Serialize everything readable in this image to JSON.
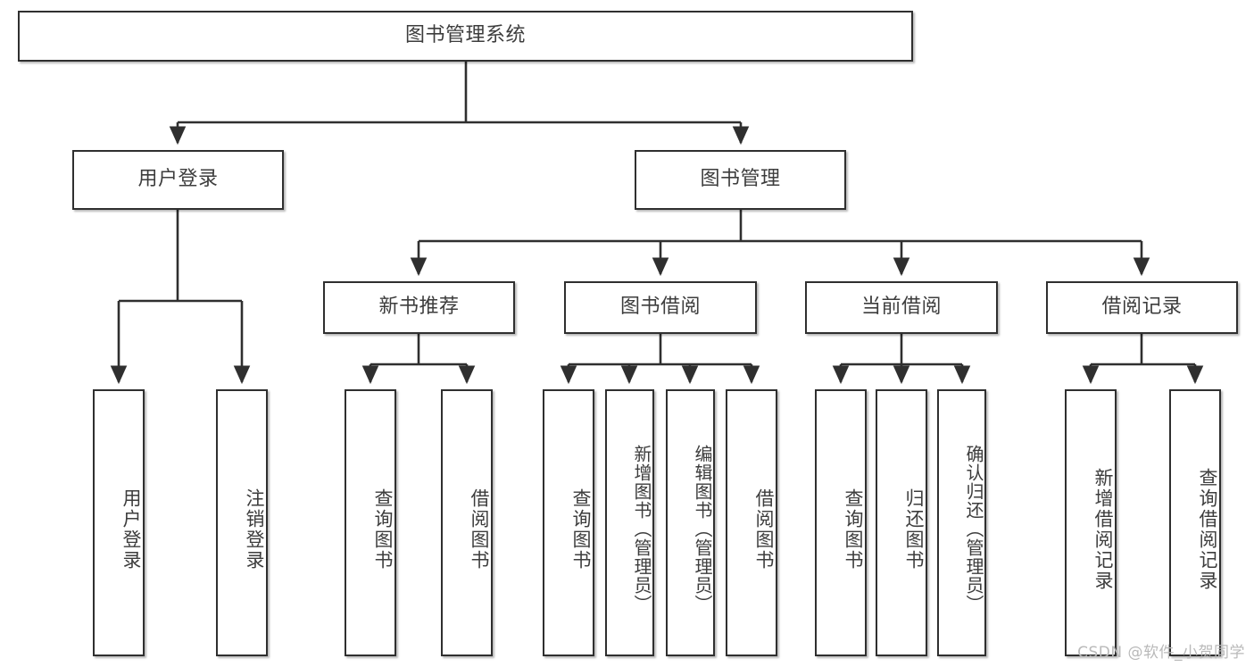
{
  "diagram": {
    "title": "图书管理系统",
    "type": "tree-hierarchy",
    "root": {
      "id": "root",
      "label": "图书管理系统"
    },
    "level2": [
      {
        "id": "user-login",
        "label": "用户登录"
      },
      {
        "id": "book-manage",
        "label": "图书管理"
      }
    ],
    "level3": [
      {
        "id": "new-book-recommend",
        "label": "新书推荐"
      },
      {
        "id": "book-borrow",
        "label": "图书借阅"
      },
      {
        "id": "current-borrow",
        "label": "当前借阅"
      },
      {
        "id": "borrow-record",
        "label": "借阅记录"
      }
    ],
    "leaves": {
      "user_login": [
        {
          "id": "leaf-user-login",
          "label": "用户登录"
        },
        {
          "id": "leaf-logout-login",
          "label": "注销登录"
        }
      ],
      "new_book_recommend": [
        {
          "id": "leaf-query-book-1",
          "label": "查询图书"
        },
        {
          "id": "leaf-borrow-book-1",
          "label": "借阅图书"
        }
      ],
      "book_borrow": [
        {
          "id": "leaf-query-book-2",
          "label": "查询图书"
        },
        {
          "id": "leaf-add-book",
          "label": "新增图书（管理员）"
        },
        {
          "id": "leaf-edit-book",
          "label": "编辑图书（管理员）"
        },
        {
          "id": "leaf-borrow-book-2",
          "label": "借阅图书"
        }
      ],
      "current_borrow": [
        {
          "id": "leaf-query-book-3",
          "label": "查询图书"
        },
        {
          "id": "leaf-return-book",
          "label": "归还图书"
        },
        {
          "id": "leaf-confirm-return",
          "label": "确认归还（管理员）"
        }
      ],
      "borrow_record": [
        {
          "id": "leaf-add-record",
          "label": "新增借阅记录"
        },
        {
          "id": "leaf-query-record",
          "label": "查询借阅记录"
        }
      ]
    }
  },
  "watermark": {
    "text": "CSDN @软件_小贺同学"
  },
  "colors": {
    "stroke": "#2f2f2f",
    "text": "#3d3d3d",
    "background": "#ffffff",
    "watermark": "#b9b9b9"
  }
}
